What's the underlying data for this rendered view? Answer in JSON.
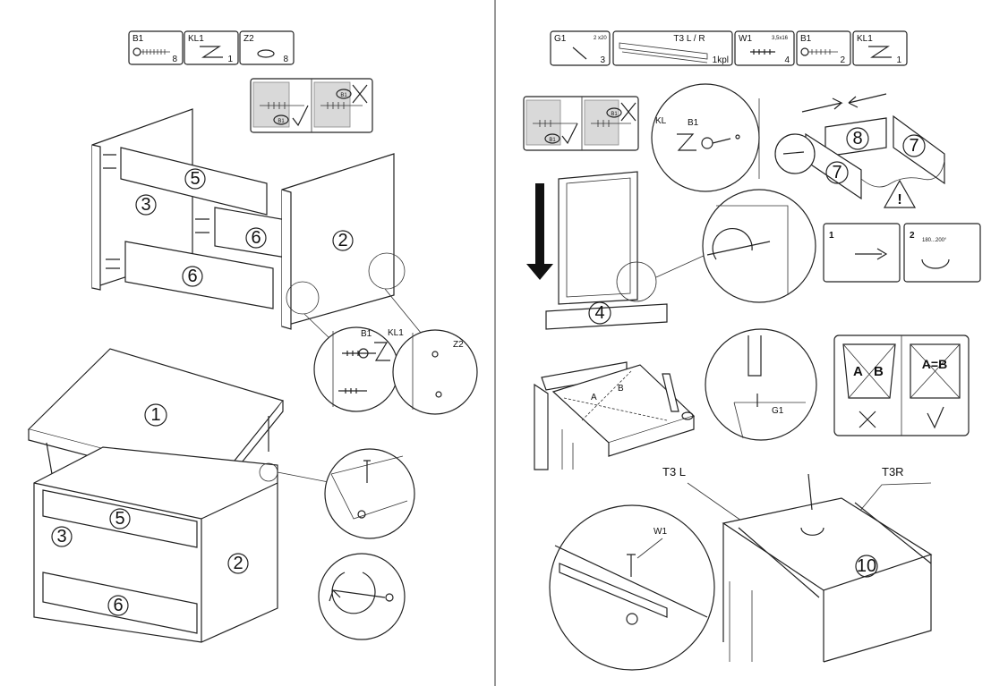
{
  "left": {
    "parts": [
      {
        "code": "B1",
        "qty": "8",
        "icon": "screw-icon"
      },
      {
        "code": "KL1",
        "qty": "1",
        "icon": "clip-icon"
      },
      {
        "code": "Z2",
        "qty": "8",
        "icon": "cap-icon"
      }
    ],
    "panels": {
      "p1": "1",
      "p2": "2",
      "p3": "3",
      "p5": "5",
      "p6": "6",
      "p5b": "5",
      "p3b": "3",
      "p2b": "2",
      "p6b": "6",
      "p6c": "6"
    },
    "callouts": {
      "b1": "B1",
      "b1b": "B1",
      "b1c": "B1",
      "kl1": "KL1",
      "z2": "Z2"
    }
  },
  "right": {
    "parts": [
      {
        "code": "G1",
        "size": "2 x20",
        "qty": "3",
        "icon": "pin-icon"
      },
      {
        "code": "T3 L / R",
        "qty": "1kpl",
        "icon": "rail-icon"
      },
      {
        "code": "W1",
        "size": "3,5x16",
        "qty": "4",
        "icon": "wood-screw-icon"
      },
      {
        "code": "B1",
        "qty": "2",
        "icon": "screw-icon"
      },
      {
        "code": "KL1",
        "qty": "1",
        "icon": "clip-icon"
      }
    ],
    "panels": {
      "p4": "4",
      "p7a": "7",
      "p7b": "7",
      "p8": "8",
      "p10": "10"
    },
    "callouts": {
      "kl": "KL",
      "b1": "B1",
      "b1b": "B1",
      "b1c": "B1",
      "g1": "G1",
      "w1": "W1",
      "t3l": "T3 L",
      "t3r": "T3R",
      "a": "A",
      "b": "B",
      "ab1a": "A",
      "ab1b": "B",
      "ab2": "A=B",
      "step1": "1",
      "step2": "2",
      "angle": "180...200°"
    }
  }
}
